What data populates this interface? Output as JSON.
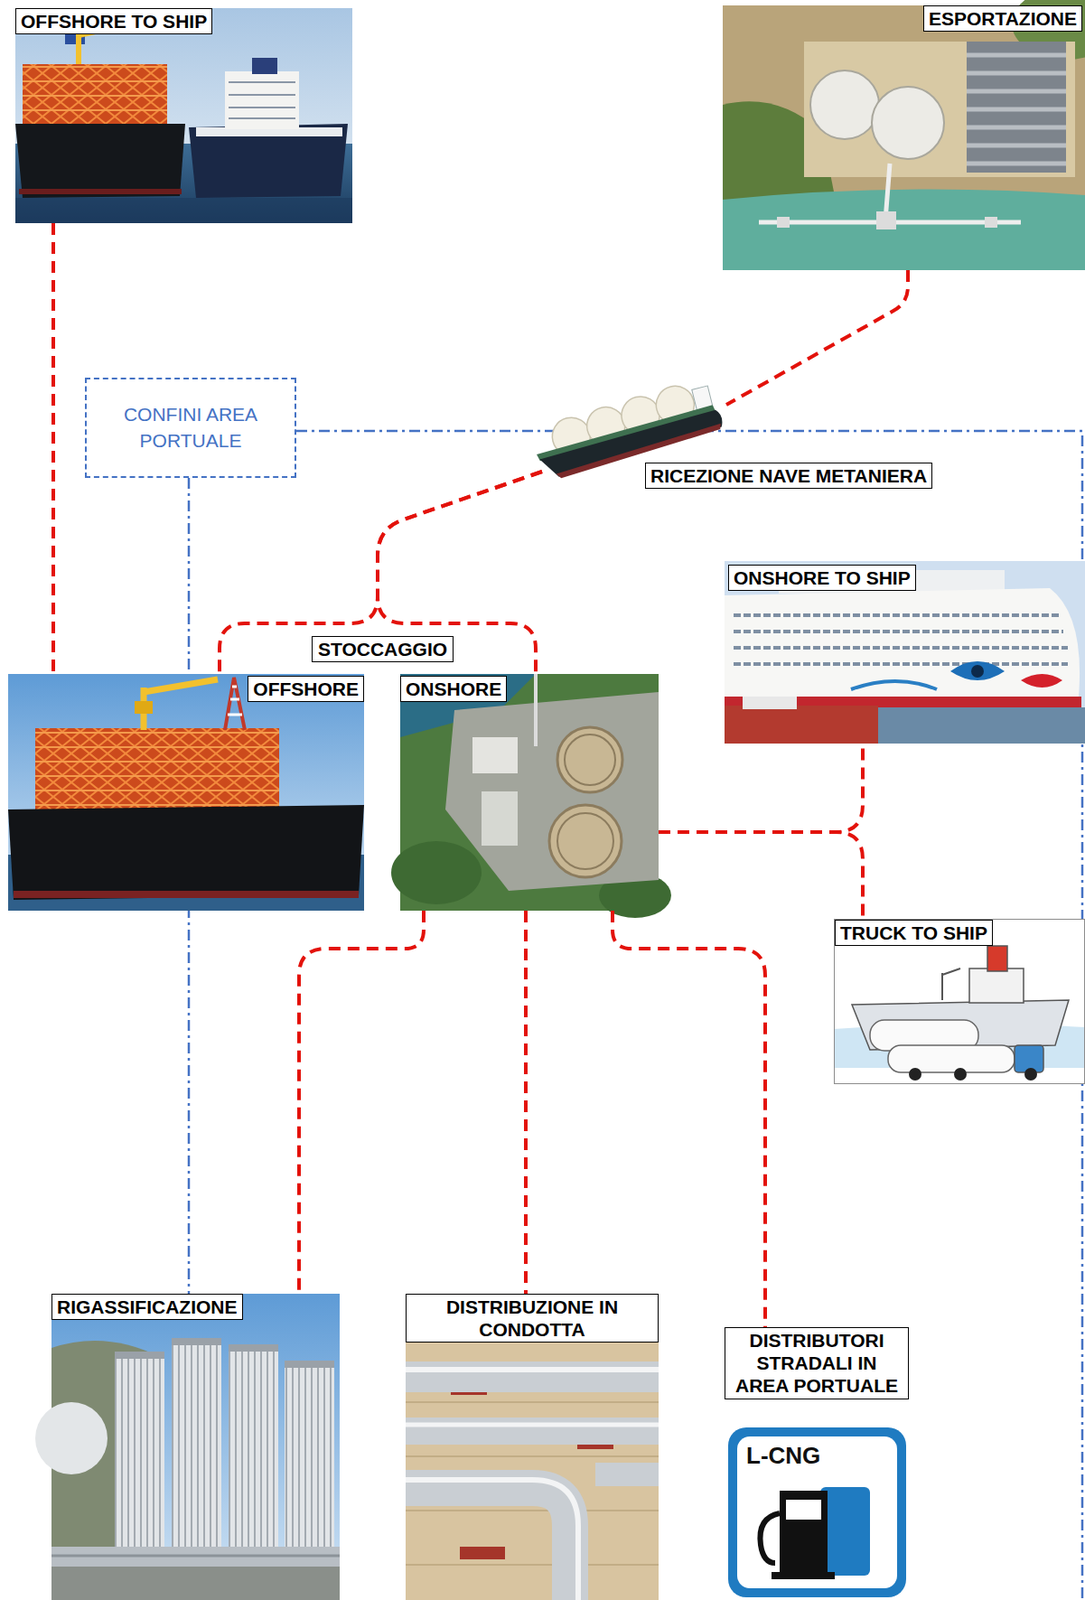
{
  "diagram": {
    "nodes": [
      {
        "text": [
          "OFFSHORE TO SHIP"
        ]
      },
      {
        "text": [
          "ESPORTAZIONE"
        ]
      },
      {
        "text": [
          "CONFINI AREA PORTUALE"
        ]
      },
      {
        "text": [
          "RICEZIONE NAVE METANIERA"
        ]
      },
      {
        "text": [
          "ONSHORE TO SHIP"
        ]
      },
      {
        "text": [
          "STOCCAGGIO"
        ]
      },
      {
        "text": [
          "OFFSHORE"
        ]
      },
      {
        "text": [
          "ONSHORE"
        ]
      },
      {
        "text": [
          "TRUCK TO SHIP"
        ]
      },
      {
        "text": [
          "RIGASSIFICAZIONE"
        ]
      },
      {
        "text": [
          "DISTRIBUZIONE IN CONDOTTA"
        ]
      },
      {
        "text": [
          "DISTRIBUTORI STRADALI IN AREA PORTUALE"
        ]
      },
      {
        "text": [
          "L-CNG"
        ],
        "in": 11
      }
    ],
    "edges": [
      {
        "from": 0,
        "to": 6,
        "arrow": "none"
      },
      {
        "from": 1,
        "to": 3,
        "arrow": "none"
      },
      {
        "from": 3,
        "to": 6,
        "arrow": "none"
      },
      {
        "from": 3,
        "to": 7,
        "arrow": "none"
      },
      {
        "from": 7,
        "to": 4,
        "arrow": "none"
      },
      {
        "from": 7,
        "to": 8,
        "arrow": "none"
      },
      {
        "from": 7,
        "to": 9,
        "arrow": "none"
      },
      {
        "from": 7,
        "to": 10,
        "arrow": "none"
      },
      {
        "from": 7,
        "to": 11,
        "arrow": "none"
      }
    ]
  }
}
